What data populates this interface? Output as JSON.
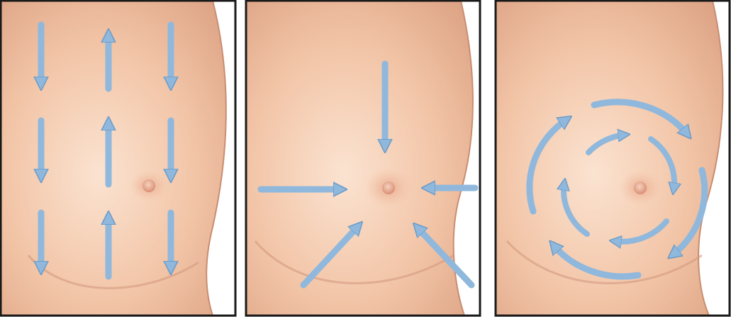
{
  "figure": {
    "panels": [
      {
        "technique": "vertical-strip",
        "arrow_color": "#8fb8dc",
        "skin_color": "#f2c4a6"
      },
      {
        "technique": "radial-wedge",
        "arrow_color": "#8fb8dc",
        "skin_color": "#f2c4a6"
      },
      {
        "technique": "circular",
        "arrow_color": "#8fb8dc",
        "skin_color": "#f2c4a6"
      }
    ],
    "frame_color": "#1a1a1a",
    "background_color": "#ffffff"
  }
}
